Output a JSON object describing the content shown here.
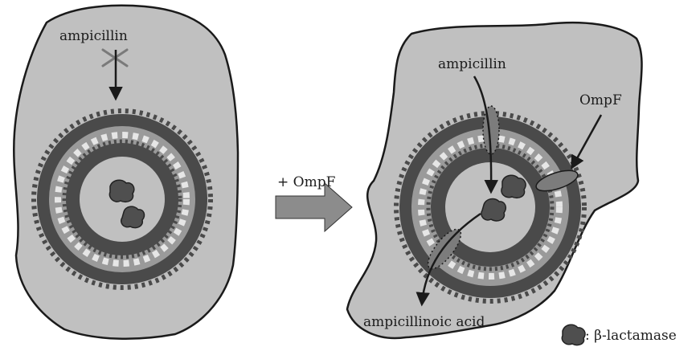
{
  "labels": {
    "left_ampicillin": "ampicillin",
    "arrow_label": "+ OmpF",
    "right_ampicillin": "ampicillin",
    "ompf": "OmpF",
    "ampicillinoic_acid": "ampicillinoic acid",
    "legend_text": ": β-lactamase"
  },
  "colors": {
    "cell_fill": "#c0c0c0",
    "outer_ring": "#4a4a4a",
    "mid_ring": "#9a9a9a",
    "light_ring": "#e6e6e6",
    "enzyme": "#4f4f4f",
    "arrow_fill": "#8c8c8c"
  }
}
